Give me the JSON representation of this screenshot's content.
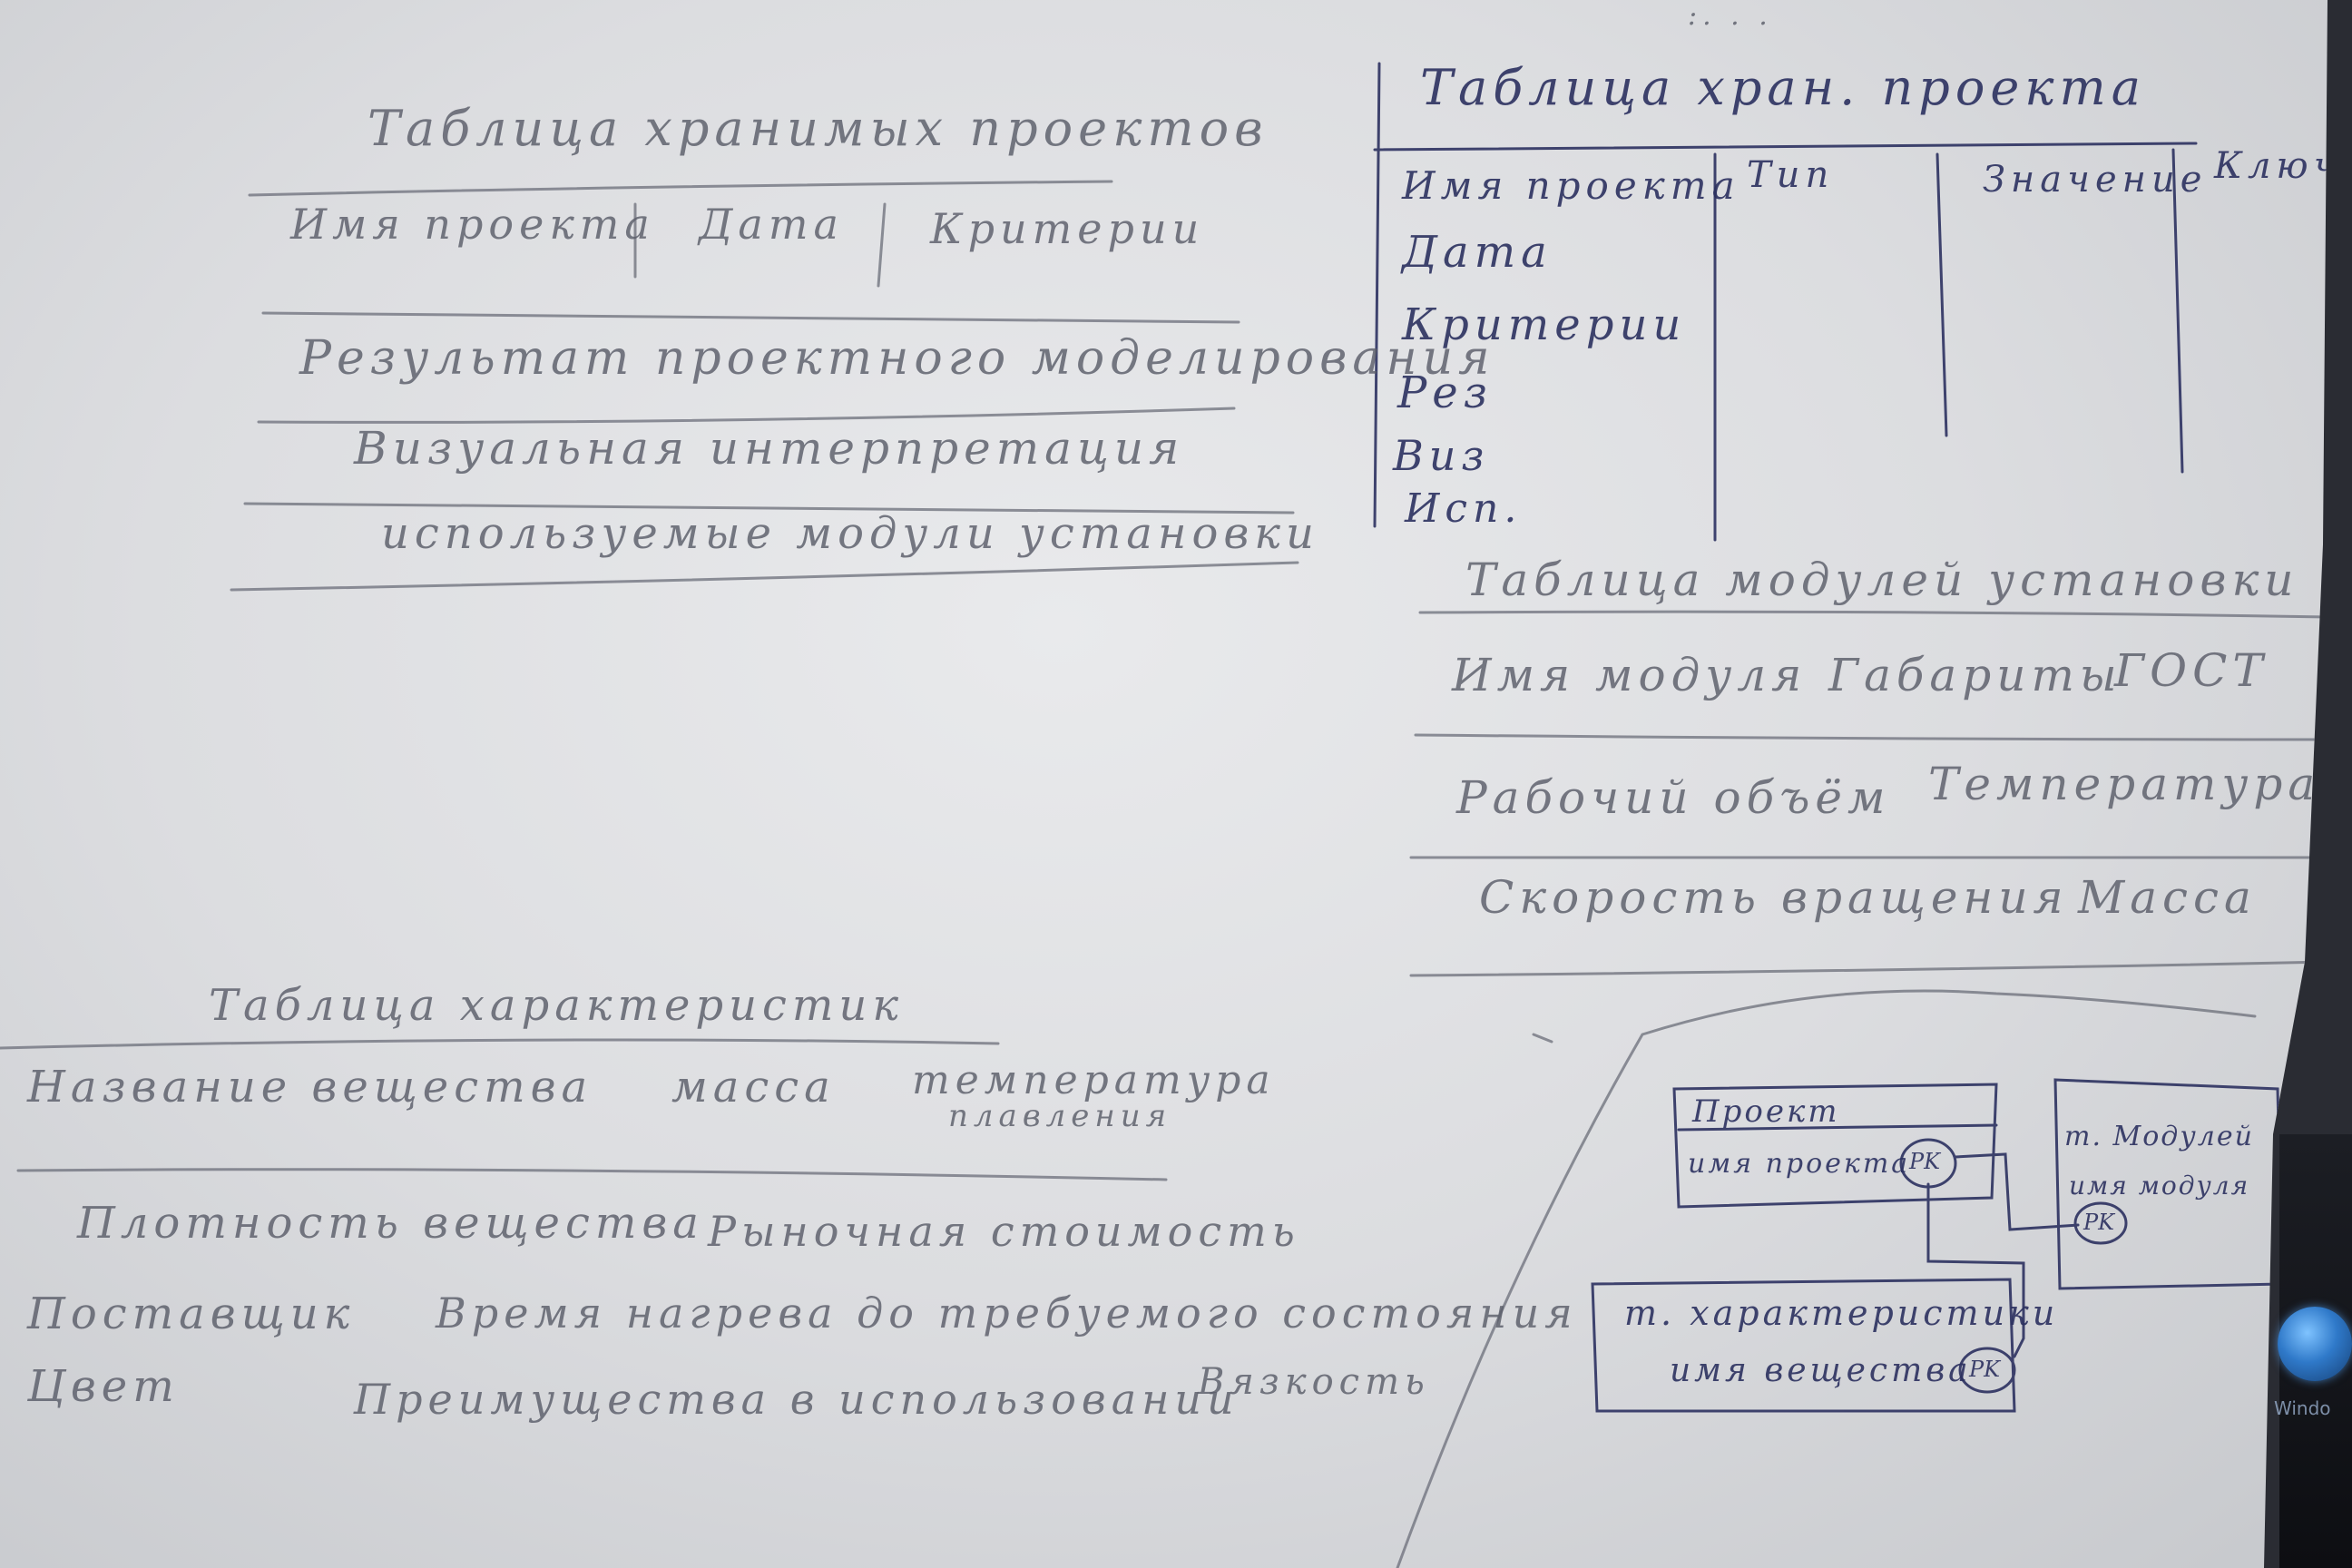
{
  "colors": {
    "paper": "#e2e3e6",
    "pencil": "#5b5e6a",
    "pen": "#2c3160",
    "background": "#2a2c33"
  },
  "icons": [
    "windows-start-orb-icon"
  ],
  "taskbar": {
    "start_label": "Windo"
  },
  "top_marks": ":. . .",
  "sketch_projects": {
    "title": "Таблица хранимых проектов",
    "header": [
      "Имя проекта",
      "Дата",
      "Критерии"
    ],
    "rows": [
      "Результат проектного моделирования",
      "Визуальная интерпретация",
      "используемые модули установки"
    ]
  },
  "sketch_storage": {
    "title": "Таблица хран. проекта",
    "columns": [
      "Тип",
      "Значение",
      "Ключ"
    ],
    "fields": [
      "Имя проекта",
      "Дата",
      "Критерии",
      "Рез",
      "Виз",
      "Исп."
    ]
  },
  "sketch_modules": {
    "title": "Таблица модулей установки",
    "rows": [
      [
        "Имя модуля",
        "Габариты",
        "ГОСТ"
      ],
      [
        "Рабочий объём",
        "Температура"
      ],
      [
        "Скорость вращения",
        "Масса"
      ]
    ]
  },
  "sketch_properties": {
    "title": "Таблица характеристик",
    "header": [
      "Название вещества",
      "масса",
      "температура",
      "плавления"
    ],
    "row1": [
      "Плотность вещества",
      "Рыночная стоимость"
    ],
    "row2": [
      "Поставщик",
      "Время нагрева до требуемого состояния"
    ],
    "row3": [
      "Цвет",
      "Преимущества в использовании",
      "Вязкость"
    ]
  },
  "er_diagram": {
    "project_box": [
      "Проект",
      "имя проекта",
      "PK"
    ],
    "modules_box": [
      "т. Модулей",
      "имя модуля",
      "PK"
    ],
    "properties_box": [
      "т. характеристики",
      "имя вещества",
      "PK"
    ]
  }
}
